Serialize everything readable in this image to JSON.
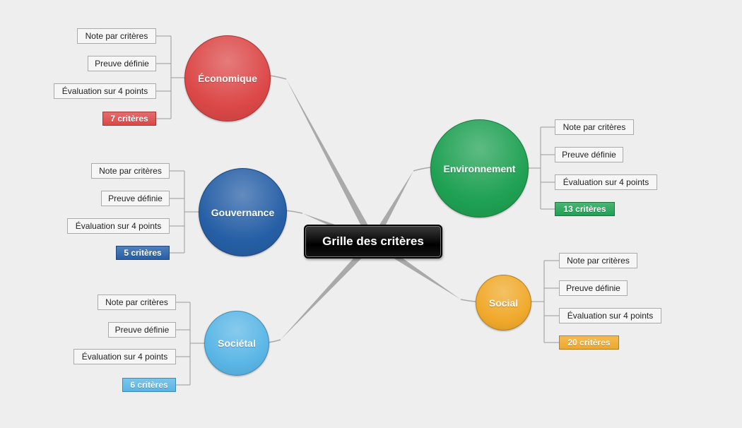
{
  "central": {
    "label": "Grille des critères"
  },
  "branches": [
    {
      "key": "economique",
      "label": "Économique",
      "color": "#dc4848",
      "leaves": [
        "Note par critères",
        "Preuve définie",
        "Évaluation sur 4 points"
      ],
      "badge": "7 critères"
    },
    {
      "key": "gouvernance",
      "label": "Gouvernance",
      "color": "#265fa6",
      "leaves": [
        "Note par critères",
        "Preuve définie",
        "Évaluation sur 4 points"
      ],
      "badge": "5 critères"
    },
    {
      "key": "societal",
      "label": "Sociétal",
      "color": "#5ab6e6",
      "leaves": [
        "Note par critères",
        "Preuve définie",
        "Évaluation sur 4 points"
      ],
      "badge": "6 critères"
    },
    {
      "key": "environnement",
      "label": "Environnement",
      "color": "#1fa153",
      "leaves": [
        "Note par critères",
        "Preuve définie",
        "Évaluation sur 4 points"
      ],
      "badge": "13 critères"
    },
    {
      "key": "social",
      "label": "Social",
      "color": "#f0a92b",
      "leaves": [
        "Note par critères",
        "Preuve définie",
        "Évaluation sur 4 points"
      ],
      "badge": "20 critères"
    }
  ]
}
